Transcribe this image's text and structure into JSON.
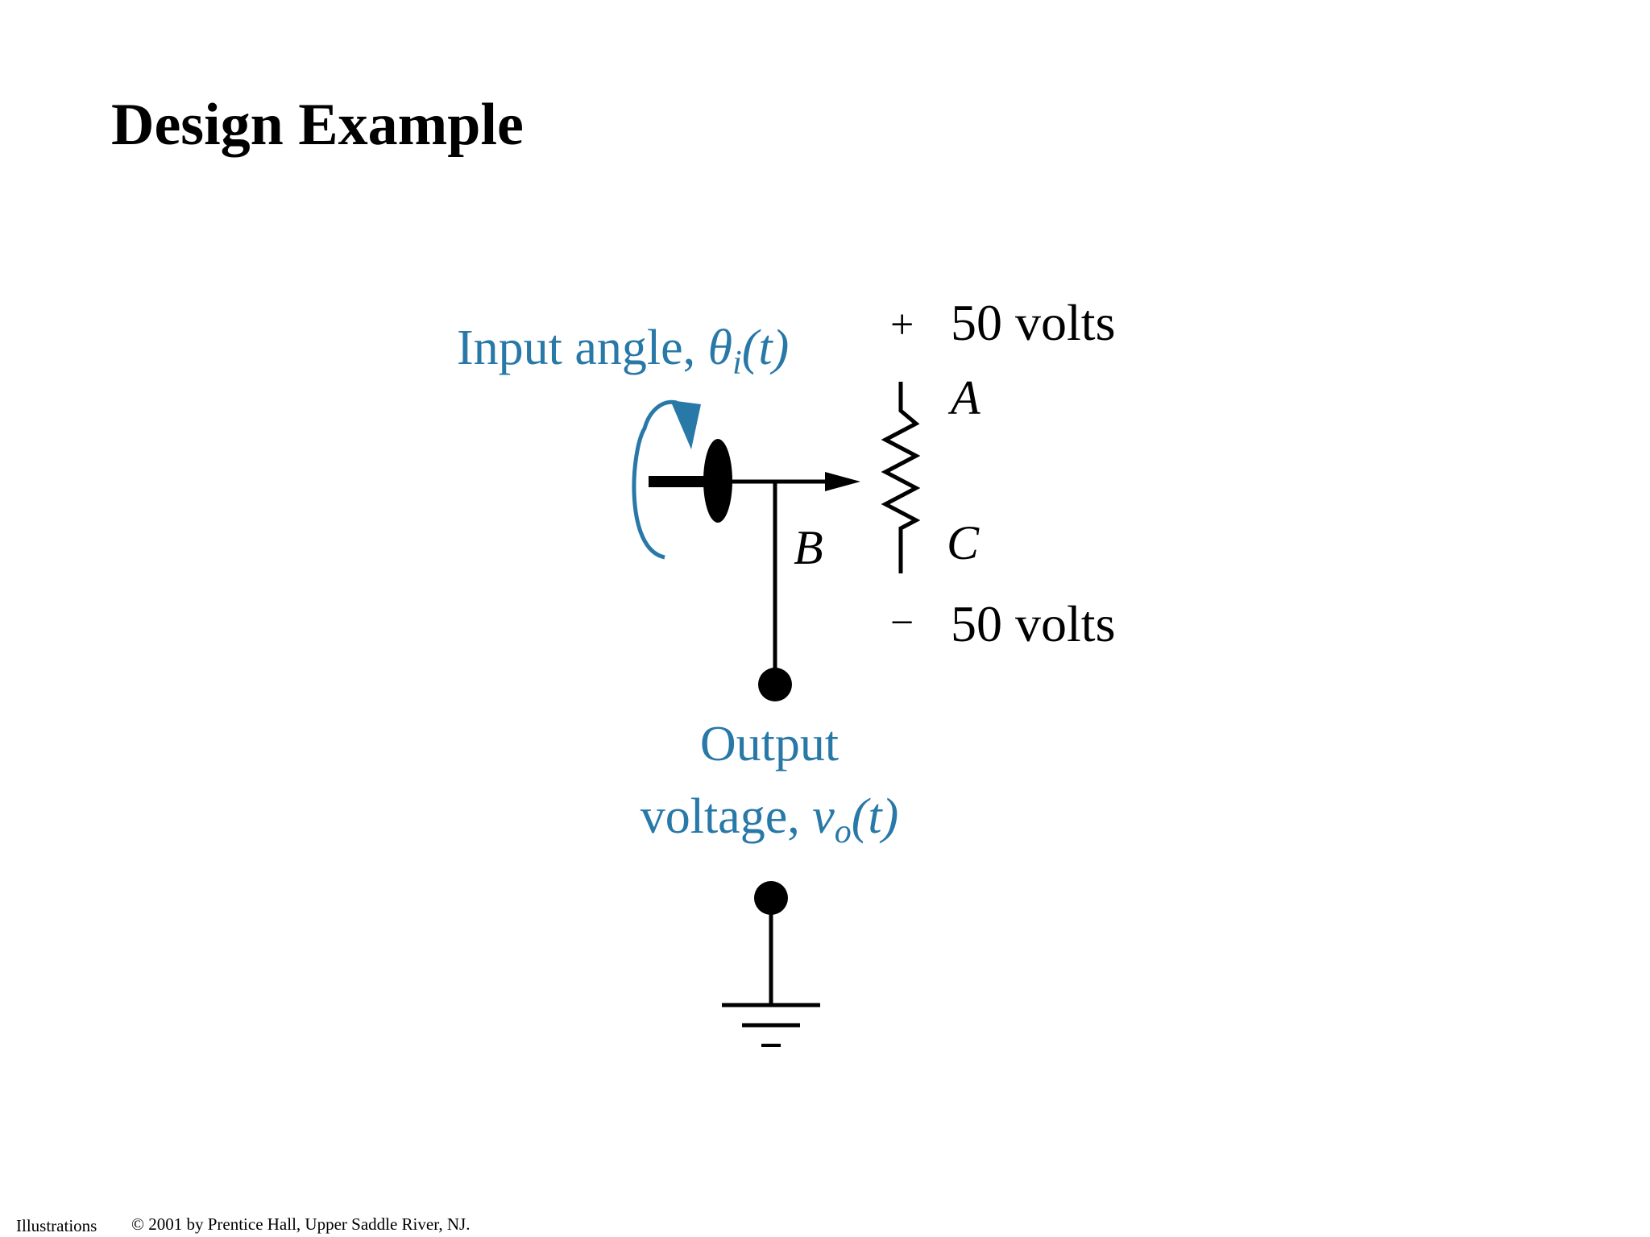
{
  "slide": {
    "title": "Design Example"
  },
  "diagram": {
    "input_label": {
      "prefix": "Input angle, ",
      "symbol": "θ",
      "subscript": "i",
      "suffix": "(t)"
    },
    "top_supply": {
      "sign": "+",
      "voltage": "50 volts"
    },
    "bottom_supply": {
      "sign": "−",
      "voltage": "50 volts"
    },
    "terminal_a": "A",
    "terminal_b": "B",
    "terminal_c": "C",
    "output_label": {
      "line1": "Output",
      "line2_prefix": "voltage, ",
      "symbol": "v",
      "subscript": "o",
      "suffix": "(t)"
    },
    "colors": {
      "label_blue": "#2878A8",
      "line": "#000000"
    }
  },
  "footer": {
    "left": "Illustrations",
    "copyright": "© 2001 by Prentice Hall, Upper Saddle River, NJ."
  }
}
